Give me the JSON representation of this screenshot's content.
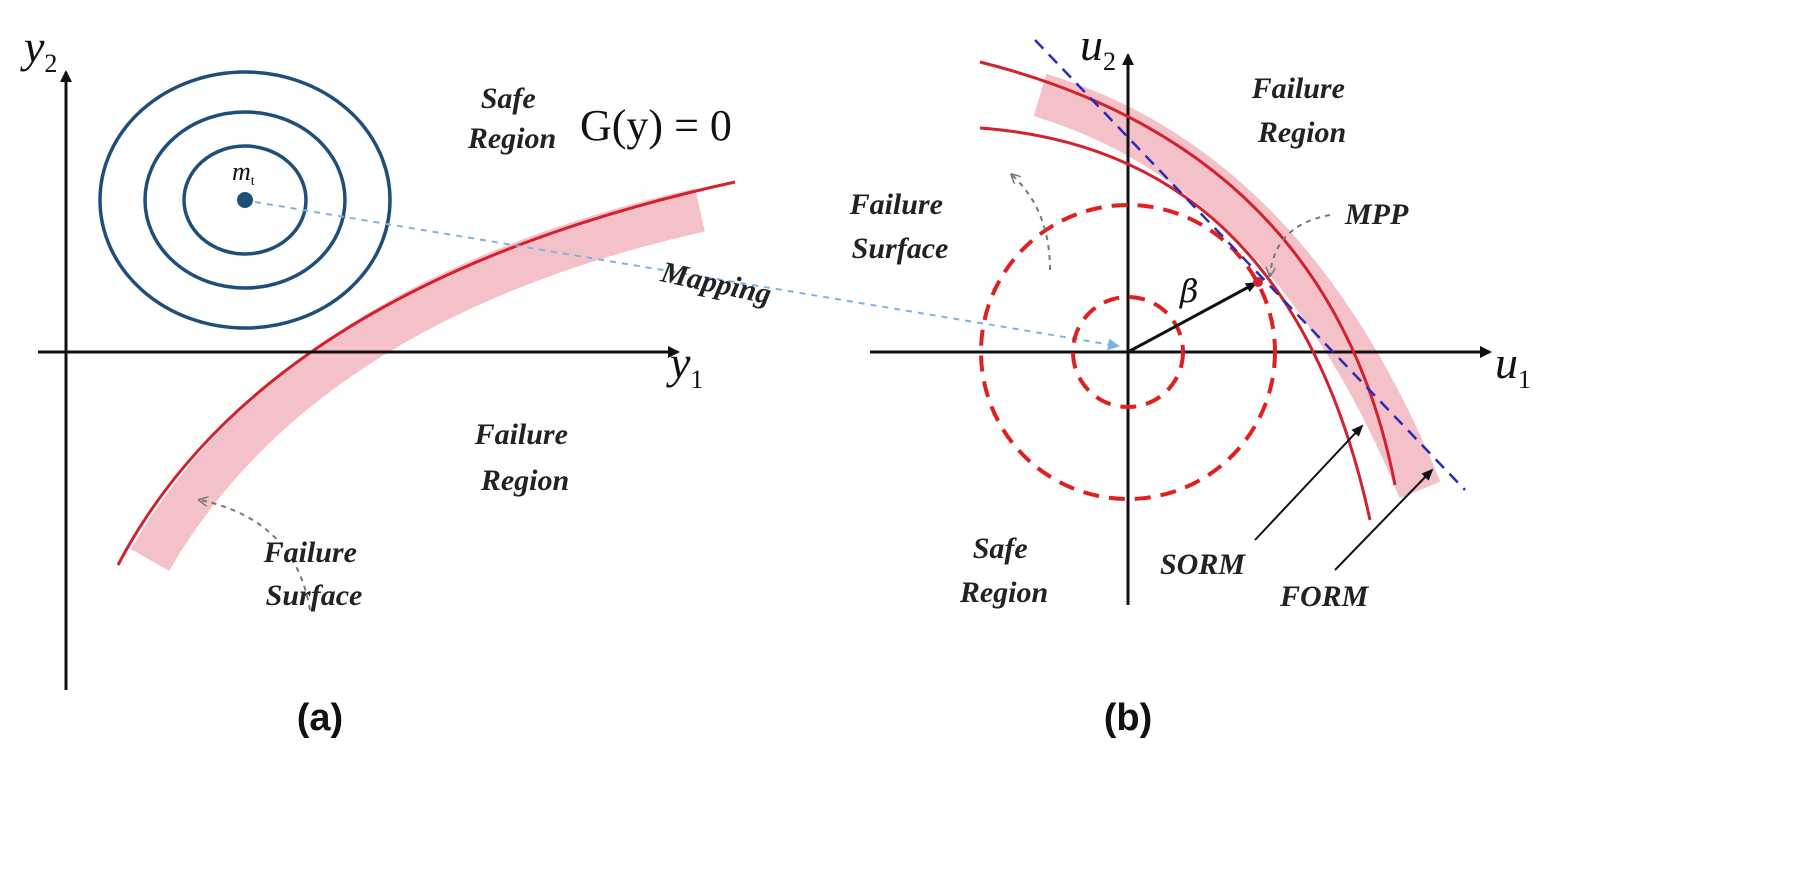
{
  "panel_a": {
    "axis_x": {
      "symbol": "y",
      "subscript": "1"
    },
    "axis_y": {
      "symbol": "y",
      "subscript": "2"
    },
    "mean_label": {
      "symbol": "m",
      "subscript": "t"
    },
    "limit_state_equation": "G(y) = 0",
    "safe_region": [
      "Safe",
      "Region"
    ],
    "failure_region": [
      "Failure",
      "Region"
    ],
    "failure_surface": [
      "Failure",
      "Surface"
    ],
    "mapping_label": "Mapping",
    "caption": "(a)"
  },
  "panel_b": {
    "axis_x": {
      "symbol": "u",
      "subscript": "1"
    },
    "axis_y": {
      "symbol": "u",
      "subscript": "2"
    },
    "failure_region": [
      "Failure",
      "Region"
    ],
    "failure_surface": [
      "Failure",
      "Surface"
    ],
    "safe_region": [
      "Safe",
      "Region"
    ],
    "mpp_label": "MPP",
    "beta_label": "β",
    "sorm_label": "SORM",
    "form_label": "FORM",
    "caption": "(b)"
  },
  "colors": {
    "contours": "#1f4e79",
    "limit_state": "#d1222e",
    "failure_band": "#f3b6c0",
    "form_line": "#2a2ab8",
    "mapping_arrow": "#7fb2e0"
  }
}
